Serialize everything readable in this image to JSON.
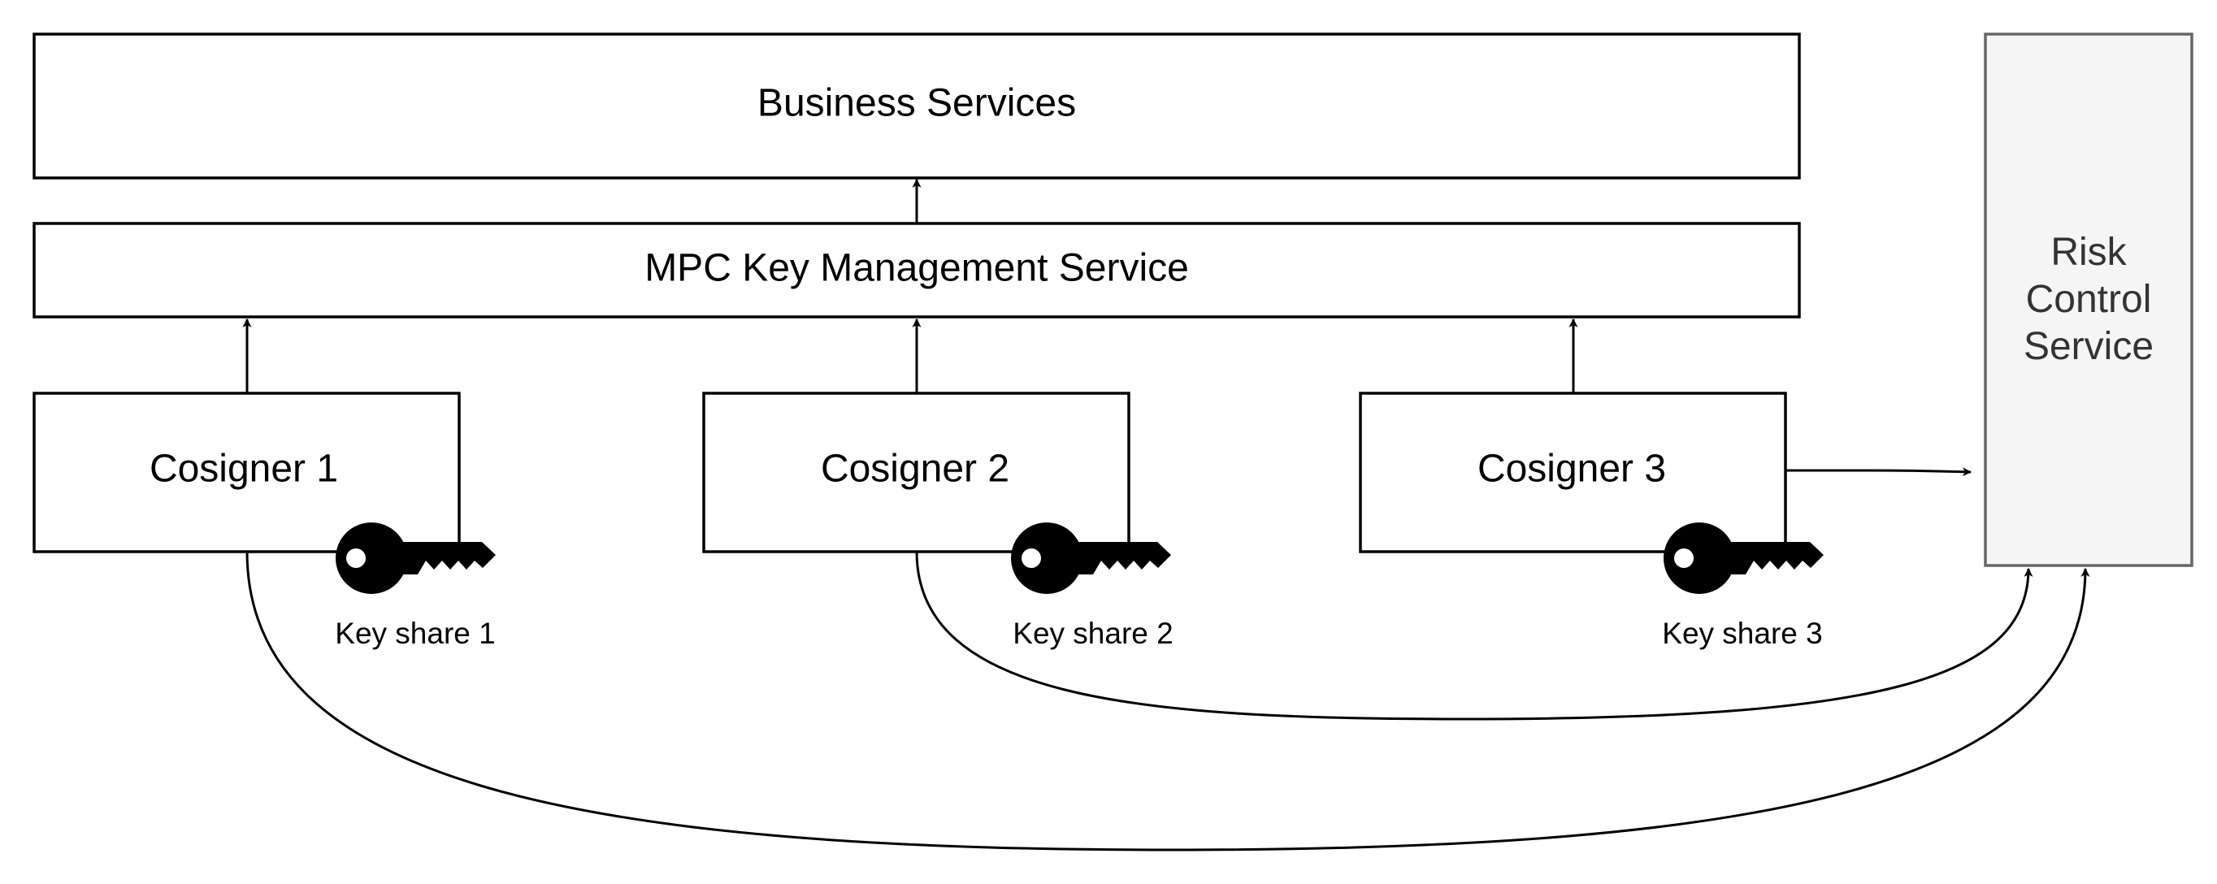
{
  "nodes": {
    "business": "Business Services",
    "mpc": "MPC Key Management Service",
    "cosigners": [
      "Cosigner 1",
      "Cosigner 2",
      "Cosigner 3"
    ],
    "risk": [
      "Risk",
      "Control",
      "Service"
    ]
  },
  "key_shares": [
    "Key share 1",
    "Key share 2",
    "Key share 3"
  ],
  "colors": {
    "stroke": "#000000",
    "risk_fill": "#f5f5f5",
    "risk_stroke": "#666666",
    "risk_text": "#333333"
  }
}
